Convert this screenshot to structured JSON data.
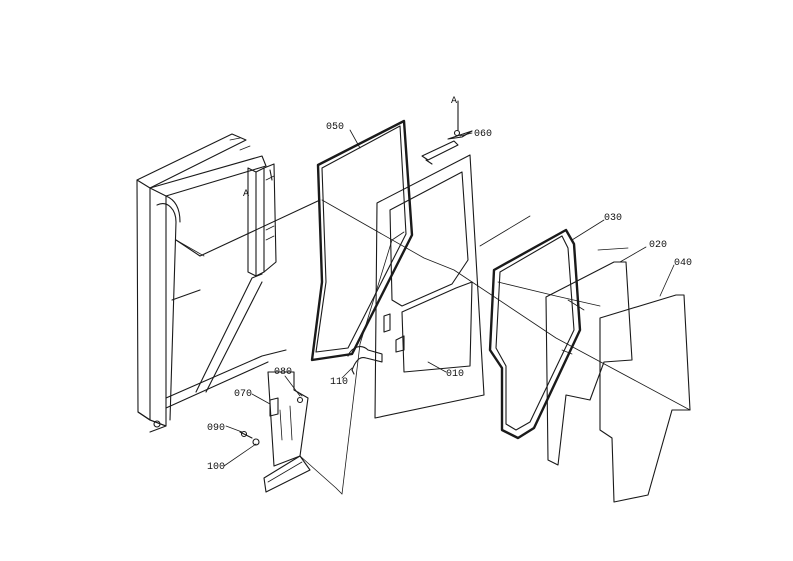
{
  "diagram": {
    "labels": {
      "p010": "010",
      "p020": "020",
      "p030": "030",
      "p040": "040",
      "p050": "050",
      "p060": "060",
      "p070": "070",
      "p080": "080",
      "p090": "090",
      "p100": "100",
      "p110": "110",
      "markA_top": "A",
      "markA_frame": "A"
    }
  }
}
